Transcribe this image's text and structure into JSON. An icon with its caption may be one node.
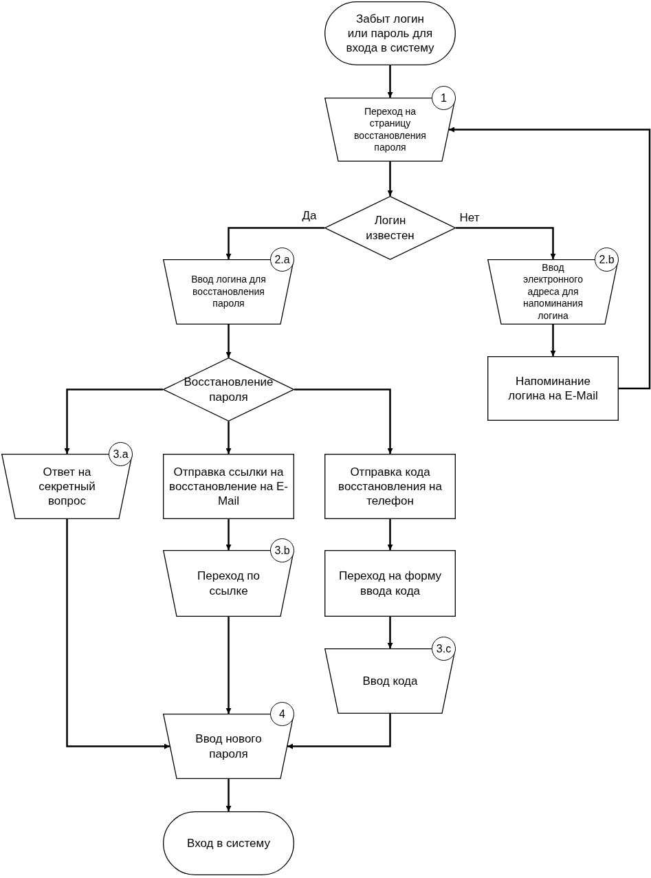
{
  "diagram": {
    "nodes": [
      {
        "text": [
          "Забыт логин или пароль для входа в систему"
        ]
      },
      {
        "text": [
          "Переход на страницу восстановления пароля"
        ],
        "beside": [
          "1"
        ]
      },
      {
        "text": [
          "Логин известен"
        ]
      },
      {
        "text": [
          "Ввод логина для восстановления пароля"
        ],
        "beside": [
          "2.a"
        ]
      },
      {
        "text": [
          "Ввод электронного адреса для напоминания логина"
        ],
        "beside": [
          "2.b"
        ]
      },
      {
        "text": [
          "Напоминание логина на E-Mail"
        ]
      },
      {
        "text": [
          "Восстановление пароля"
        ]
      },
      {
        "text": [
          "Ответ на секретный вопрос"
        ],
        "beside": [
          "3.a"
        ]
      },
      {
        "text": [
          "Отправка ссылки на восстановление на E-Mail"
        ]
      },
      {
        "text": [
          "Отправка кода восстановления на телефон"
        ]
      },
      {
        "text": [
          "Переход по ссылке"
        ],
        "beside": [
          "3.b"
        ]
      },
      {
        "text": [
          "Переход на форму ввода кода"
        ]
      },
      {
        "text": [
          "Ввод кода"
        ],
        "beside": [
          "3.c"
        ]
      },
      {
        "text": [
          "Ввод нового пароля"
        ],
        "beside": [
          "4"
        ]
      },
      {
        "text": [
          "Вход в систему"
        ]
      }
    ],
    "edges": [
      {
        "from": 0,
        "to": 1,
        "arrow": "to"
      },
      {
        "from": 1,
        "to": 2,
        "arrow": "to"
      },
      {
        "from": 2,
        "to": 3,
        "arrow": "to",
        "label": "Да"
      },
      {
        "from": 2,
        "to": 4,
        "arrow": "to",
        "label": "Нет"
      },
      {
        "from": 4,
        "to": 5,
        "arrow": "to"
      },
      {
        "from": 5,
        "to": 1,
        "arrow": "to"
      },
      {
        "from": 3,
        "to": 6,
        "arrow": "to"
      },
      {
        "from": 6,
        "to": 7,
        "arrow": "to"
      },
      {
        "from": 6,
        "to": 8,
        "arrow": "to"
      },
      {
        "from": 6,
        "to": 9,
        "arrow": "to"
      },
      {
        "from": 8,
        "to": 10,
        "arrow": "to"
      },
      {
        "from": 9,
        "to": 11,
        "arrow": "to"
      },
      {
        "from": 11,
        "to": 12,
        "arrow": "to"
      },
      {
        "from": 10,
        "to": 13,
        "arrow": "to"
      },
      {
        "from": 7,
        "to": 13,
        "arrow": "to"
      },
      {
        "from": 12,
        "to": 13,
        "arrow": "to"
      },
      {
        "from": 13,
        "to": 14,
        "arrow": "to"
      }
    ]
  }
}
